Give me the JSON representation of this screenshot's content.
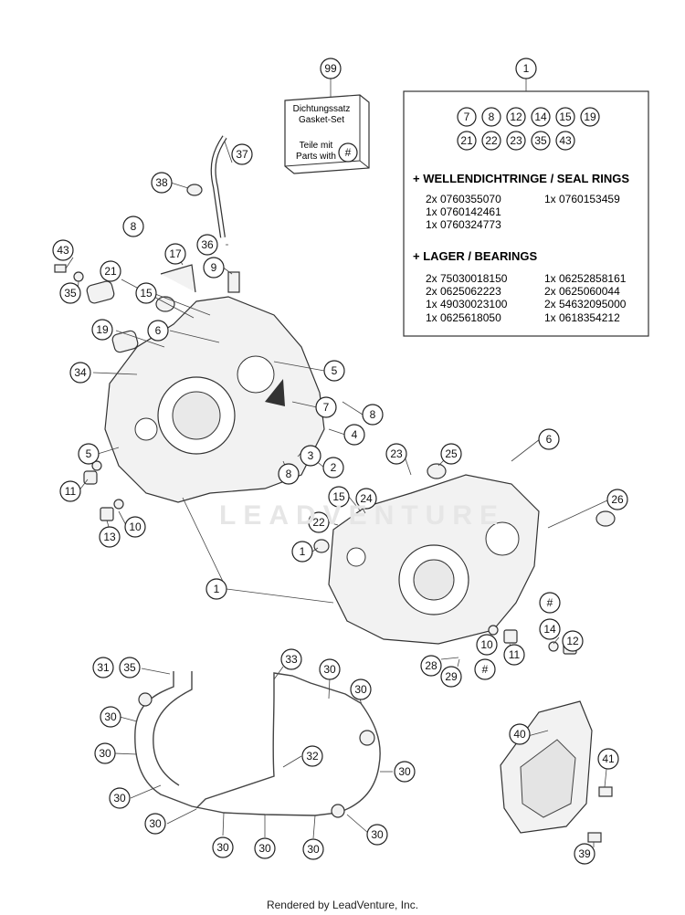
{
  "footer": "Rendered by LeadVenture, Inc.",
  "watermark": "LEADVENTURE",
  "gasket_box": {
    "callout": "99",
    "line1": "Dichtungssatz",
    "line2": "Gasket-Set",
    "line3": "Teile mit",
    "line4": "Parts with",
    "marker": "#"
  },
  "kit_box": {
    "callout": "1",
    "parts_row1": [
      "7",
      "8",
      "12",
      "14",
      "15",
      "19"
    ],
    "parts_row2": [
      "21",
      "22",
      "23",
      "35",
      "43"
    ],
    "seal_header": "+ WELLENDICHTRINGE / SEAL RINGS",
    "seals_left": [
      "2x 0760355070",
      "1x 0760142461",
      "1x 0760324773"
    ],
    "seals_right": [
      "1x 0760153459"
    ],
    "bearing_header": "+ LAGER / BEARINGS",
    "bearings_left": [
      "2x 75030018150",
      "2x 0625062223",
      "1x 49030023100",
      "1x 0625618050"
    ],
    "bearings_right": [
      "1x 06252858161",
      "2x 0625060044",
      "2x 54632095000",
      "1x 0618354212"
    ]
  },
  "callouts": [
    "37",
    "38",
    "8",
    "43",
    "17",
    "36",
    "9",
    "21",
    "35",
    "15",
    "6",
    "19",
    "34",
    "5",
    "7",
    "8",
    "4",
    "3",
    "8",
    "2",
    "5",
    "11",
    "10",
    "13",
    "6",
    "23",
    "25",
    "26",
    "15",
    "24",
    "22",
    "1",
    "#",
    "14",
    "12",
    "10",
    "11",
    "28",
    "29",
    "#",
    "31",
    "35",
    "33",
    "30",
    "30",
    "30",
    "30",
    "32",
    "30",
    "30",
    "30",
    "30",
    "30",
    "30",
    "30",
    "40",
    "41",
    "39"
  ]
}
